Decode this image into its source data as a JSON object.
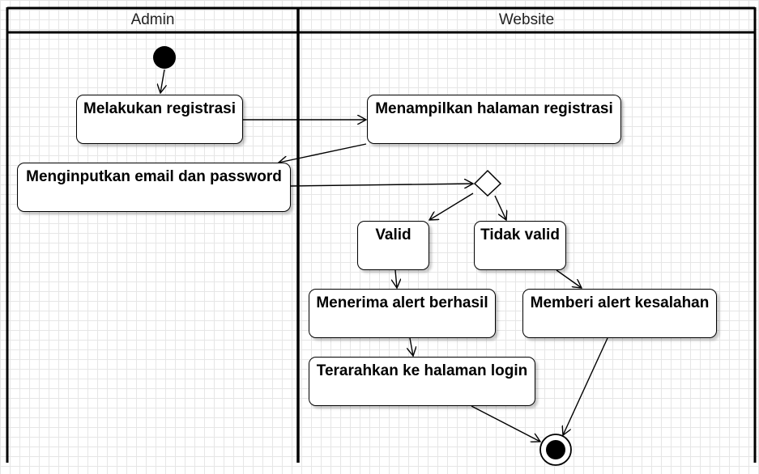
{
  "lanes": {
    "admin": "Admin",
    "website": "Website"
  },
  "nodes": {
    "registrasi": "Melakukan registrasi",
    "tampil": "Menampilkan halaman registrasi",
    "input": "Menginputkan email dan password",
    "valid": "Valid",
    "tidak_valid": "Tidak valid",
    "terima_alert": "Menerima alert berhasil",
    "beri_alert": "Memberi alert kesalahan",
    "login": "Terarahkan ke halaman login"
  }
}
